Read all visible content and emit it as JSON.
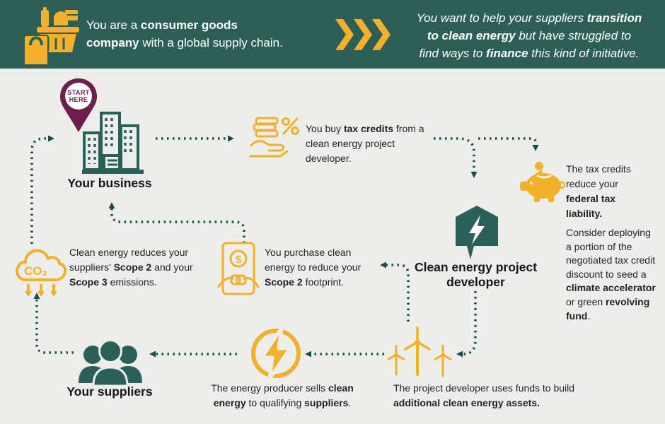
{
  "colors": {
    "banner_bg": "#2D5F57",
    "body_bg": "#EDEEEC",
    "gold": "#F3B02A",
    "teal_icon": "#2B6058",
    "arrow_teal": "#164F4A",
    "plum": "#6E1E4C",
    "ink": "#1F2222",
    "white": "#FFFFFF"
  },
  "icons": {
    "basket": "shopping-basket-icon",
    "chevrons": "triple-chevron-right-icon",
    "pin": "start-here-pin-icon",
    "business": "office-buildings-icon",
    "tax_credits": "hand-coins-percent-icon",
    "piggy": "piggy-bank-icon",
    "developer": "house-lightning-icon",
    "turbines": "wind-turbines-icon",
    "bolt": "lightning-circle-icon",
    "suppliers": "people-group-icon",
    "co2": "co2-cloud-icon",
    "handshake": "handshake-contract-icon"
  },
  "banner": {
    "left_line1": [
      {
        "t": "You  are a "
      },
      {
        "t": "consumer goods",
        "b": true
      }
    ],
    "left_line2": [
      {
        "t": "company",
        "b": true
      },
      {
        "t": " with a global supply chain."
      }
    ],
    "right_line1": [
      {
        "t": "You want to help your suppliers "
      },
      {
        "t": "transition",
        "b": true
      }
    ],
    "right_line2": [
      {
        "t": "to clean energy",
        "b": true
      },
      {
        "t": " but have struggled to"
      }
    ],
    "right_line3": [
      {
        "t": "find ways to "
      },
      {
        "t": "finance",
        "b": true
      },
      {
        "t": " this kind of initiative."
      }
    ]
  },
  "flow": {
    "start_pin_label": "START HERE",
    "business_label": "Your business",
    "developer_label": "Clean energy project developer",
    "suppliers_label": "Your suppliers",
    "co2_symbol": "CO₂",
    "dollar_symbol": "$",
    "notes": {
      "buy_credits": [
        {
          "t": "You buy "
        },
        {
          "t": "tax credits",
          "b": true
        },
        {
          "t": " from a clean energy project developer."
        }
      ],
      "piggy": [
        {
          "t": "The tax credits reduce your "
        },
        {
          "t": "federal tax liability.",
          "b": true
        }
      ],
      "consider": [
        {
          "t": "Consider deploying a portion of the negotiated tax credit discount to seed a "
        },
        {
          "t": "climate accelerator",
          "b": true
        },
        {
          "t": " or green "
        },
        {
          "t": "revolving fund",
          "b": true
        },
        {
          "t": "."
        }
      ],
      "purchase": [
        {
          "t": "You purchase clean energy to reduce your "
        },
        {
          "t": "Scope 2",
          "b": true
        },
        {
          "t": " footprint."
        }
      ],
      "co2": [
        {
          "t": "Clean energy reduces your suppliers' "
        },
        {
          "t": "Scope 2",
          "b": true
        },
        {
          "t": " and your "
        },
        {
          "t": "Scope 3",
          "b": true
        },
        {
          "t": " emissions."
        }
      ],
      "producer": [
        {
          "t": "The energy producer sells "
        },
        {
          "t": "clean energy",
          "b": true
        },
        {
          "t": " to qualifying "
        },
        {
          "t": "suppliers",
          "b": true
        },
        {
          "t": "."
        }
      ],
      "funds": [
        {
          "t": "The project developer uses funds to build "
        },
        {
          "t": "additional clean energy assets.",
          "b": true
        }
      ]
    }
  }
}
